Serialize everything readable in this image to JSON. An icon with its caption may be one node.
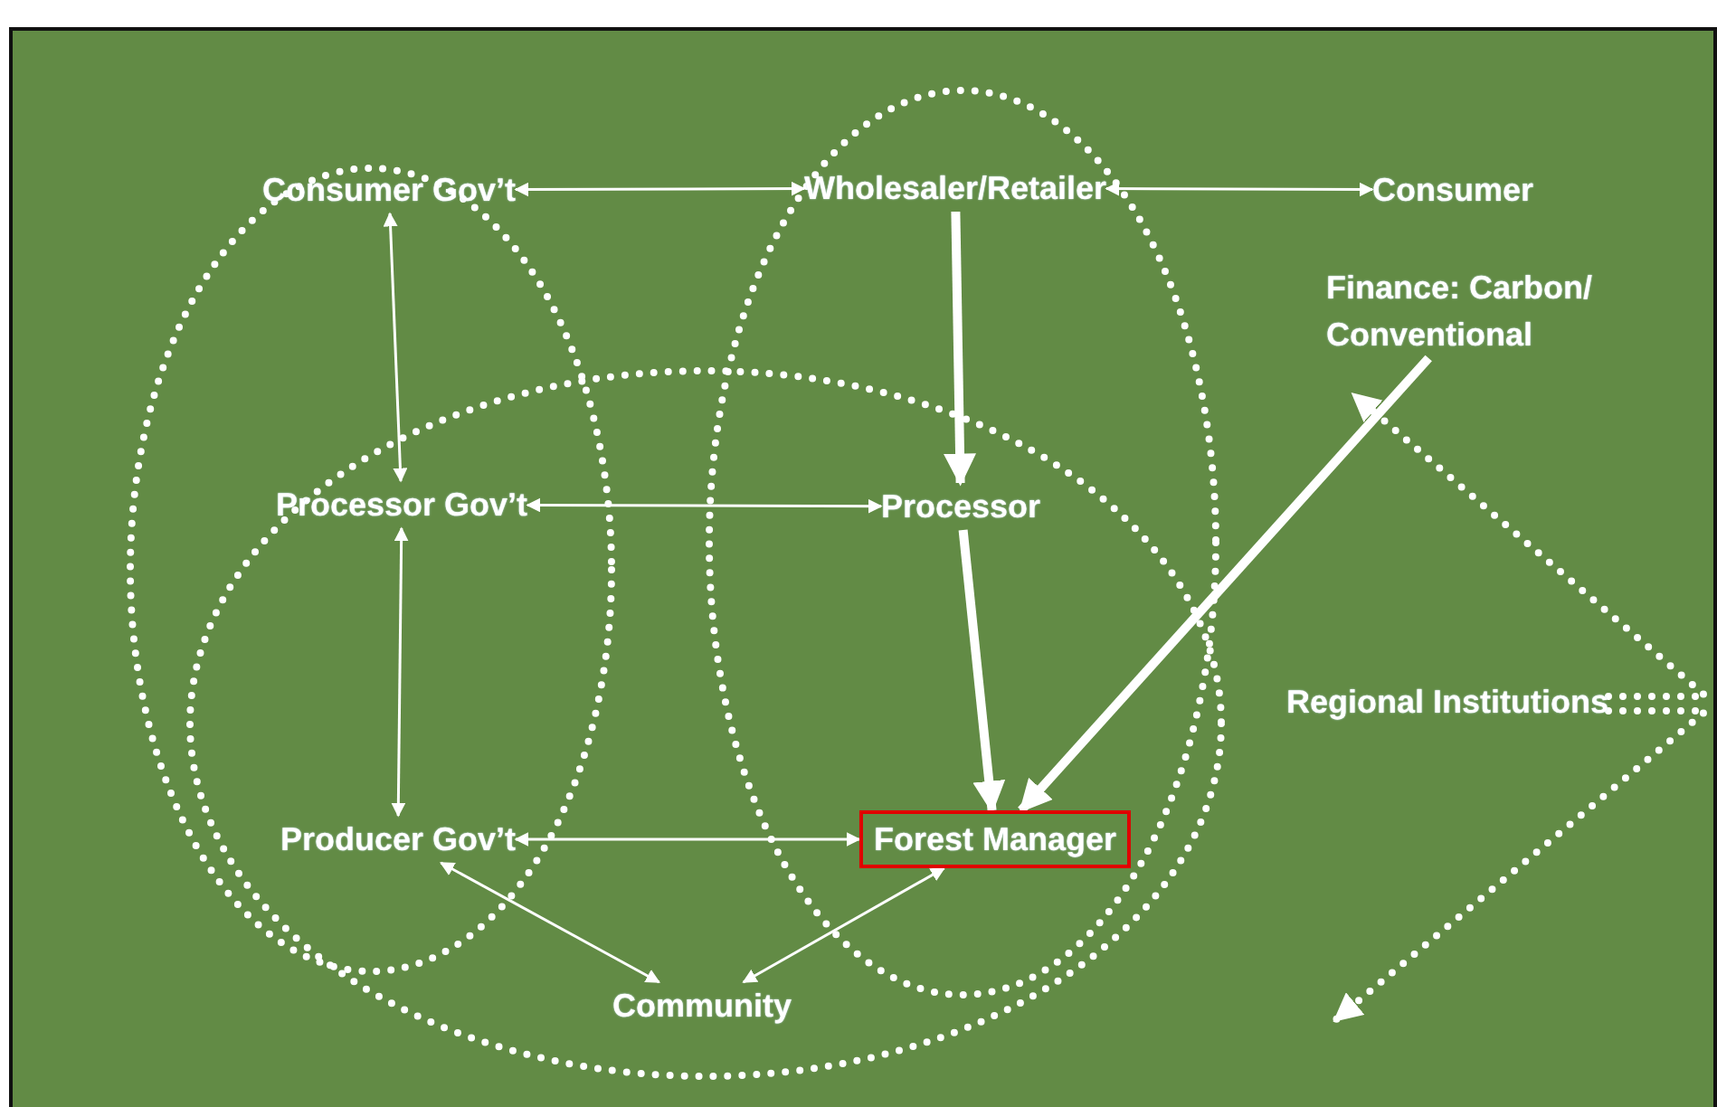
{
  "diagram": {
    "nodes": [
      {
        "text": [
          "Consumer Gov’t"
        ]
      },
      {
        "text": [
          "Wholesaler/Retailer"
        ]
      },
      {
        "text": [
          "Consumer"
        ]
      },
      {
        "text": [
          "Finance: Carbon/ Conventional"
        ]
      },
      {
        "text": [
          "Processor Gov’t"
        ]
      },
      {
        "text": [
          "Processor"
        ]
      },
      {
        "text": [
          "Regional Institutions"
        ]
      },
      {
        "text": [
          "Producer Gov’t"
        ]
      },
      {
        "text": [
          "Forest Manager"
        ]
      },
      {
        "text": [
          "Community"
        ]
      }
    ],
    "edges": [
      {
        "from": 0,
        "to": 1,
        "arrow": "both"
      },
      {
        "from": 1,
        "to": 2,
        "arrow": "both"
      },
      {
        "from": 0,
        "to": 4,
        "arrow": "both"
      },
      {
        "from": 4,
        "to": 5,
        "arrow": "both"
      },
      {
        "from": 4,
        "to": 7,
        "arrow": "both"
      },
      {
        "from": 7,
        "to": 8,
        "arrow": "both"
      },
      {
        "from": 7,
        "to": 9,
        "arrow": "both"
      },
      {
        "from": 8,
        "to": 9,
        "arrow": "both"
      },
      {
        "from": 1,
        "to": 5,
        "arrow": "to",
        "style": "thick"
      },
      {
        "from": 5,
        "to": 8,
        "arrow": "to",
        "style": "thick"
      },
      {
        "from": 3,
        "to": 8,
        "arrow": "to",
        "style": "thick"
      },
      {
        "from": 6,
        "to": 3,
        "arrow": "to",
        "style": "dashed"
      },
      {
        "from": 6,
        "to": null,
        "arrow": "to",
        "style": "dashed"
      }
    ]
  }
}
